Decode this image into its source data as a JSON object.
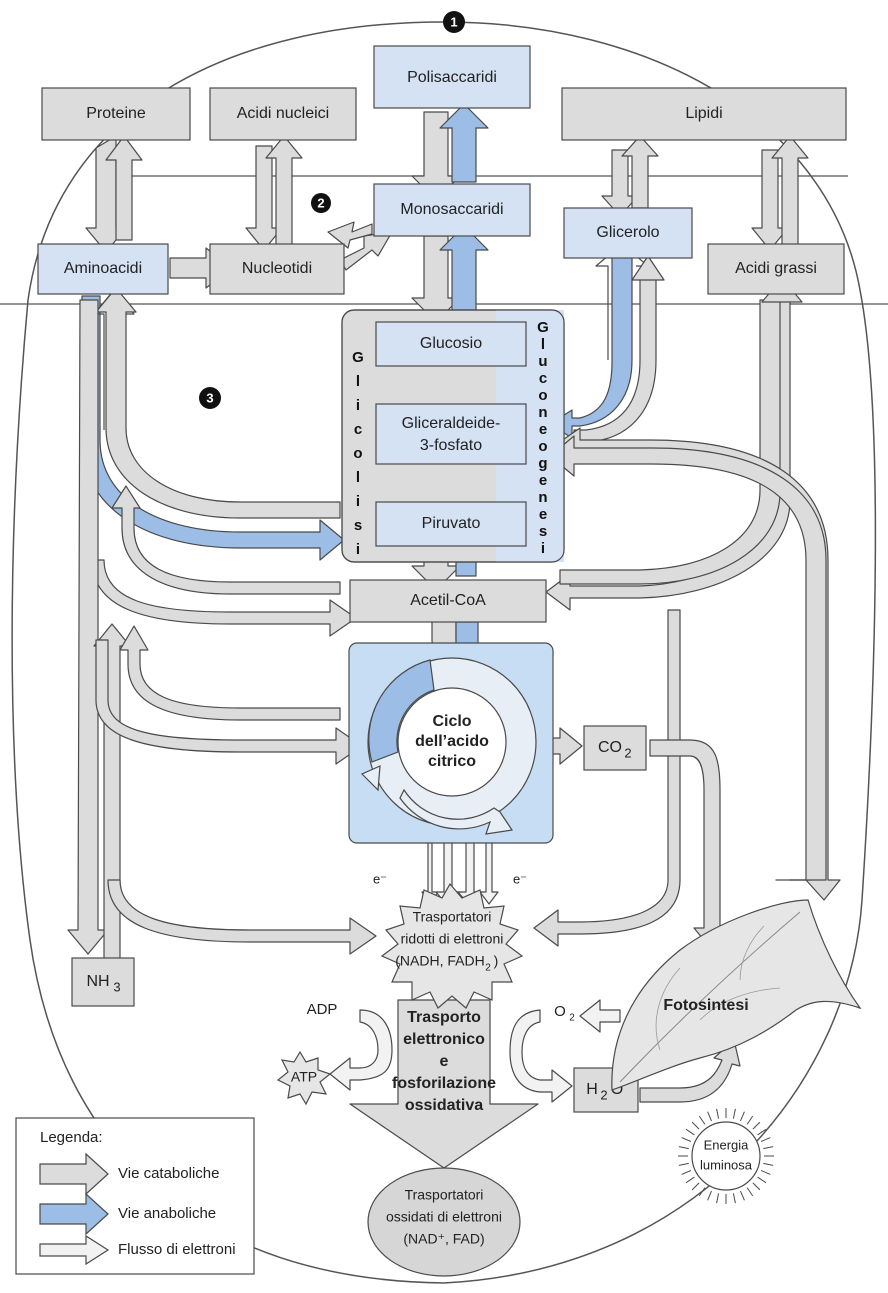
{
  "colors": {
    "catabolic": "#dcdcdc",
    "anabolic": "#9cbde6",
    "light_blue_box": "#d4e2f4",
    "cycle_bg": "#c7ddf3",
    "stroke": "#4a4a4a"
  },
  "markers": {
    "m1": "1",
    "m2": "2",
    "m3": "3"
  },
  "boxes": {
    "proteine": "Proteine",
    "acidi_nucleici": "Acidi nucleici",
    "polisaccaridi": "Polisaccaridi",
    "lipidi": "Lipidi",
    "aminoacidi": "Aminoacidi",
    "nucleotidi": "Nucleotidi",
    "monosaccaridi": "Monosaccaridi",
    "glicerolo": "Glicerolo",
    "acidi_grassi": "Acidi grassi",
    "glucosio": "Glucosio",
    "gliceraldeide_1": "Gliceraldeide-",
    "gliceraldeide_2": "3-fosfato",
    "piruvato": "Piruvato",
    "acetil_coa": "Acetil-CoA",
    "co2_main": "CO",
    "co2_sub": "2",
    "nh3_main": "NH",
    "nh3_sub": "3",
    "h2o_h": "H",
    "h2o_sub": "2",
    "h2o_o": "O"
  },
  "glicolisi": [
    "G",
    "l",
    "i",
    "c",
    "o",
    "l",
    "i",
    "s",
    "i"
  ],
  "gluconeogenesi": [
    "G",
    "l",
    "u",
    "c",
    "o",
    "n",
    "e",
    "o",
    "g",
    "e",
    "n",
    "e",
    "s",
    "i"
  ],
  "cycle": {
    "line1": "Ciclo",
    "line2": "dell’acido",
    "line3": "citrico"
  },
  "electrons": {
    "left": "e⁻",
    "right": "e⁻"
  },
  "reduced": {
    "line1": "Trasportatori",
    "line2": "ridotti di elettroni",
    "line3a": "(NADH, FADH",
    "line3sub": "2",
    "line3b": ")"
  },
  "transport": {
    "line1": "Trasporto",
    "line2": "elettronico",
    "line3": "e",
    "line4": "fosforilazione",
    "line5": "ossidativa"
  },
  "oxidized": {
    "line1": "Trasportatori",
    "line2": "ossidati di elettroni",
    "line3": "(NAD⁺, FAD)"
  },
  "adp": "ADP",
  "atp": "ATP",
  "o2_main": "O",
  "o2_sub": "2",
  "fotosintesi": "Fotosintesi",
  "energia": {
    "line1": "Energia",
    "line2": "luminosa"
  },
  "legend": {
    "title": "Legenda:",
    "catabolic": "Vie cataboliche",
    "anabolic": "Vie anaboliche",
    "electron": "Flusso di elettroni"
  }
}
